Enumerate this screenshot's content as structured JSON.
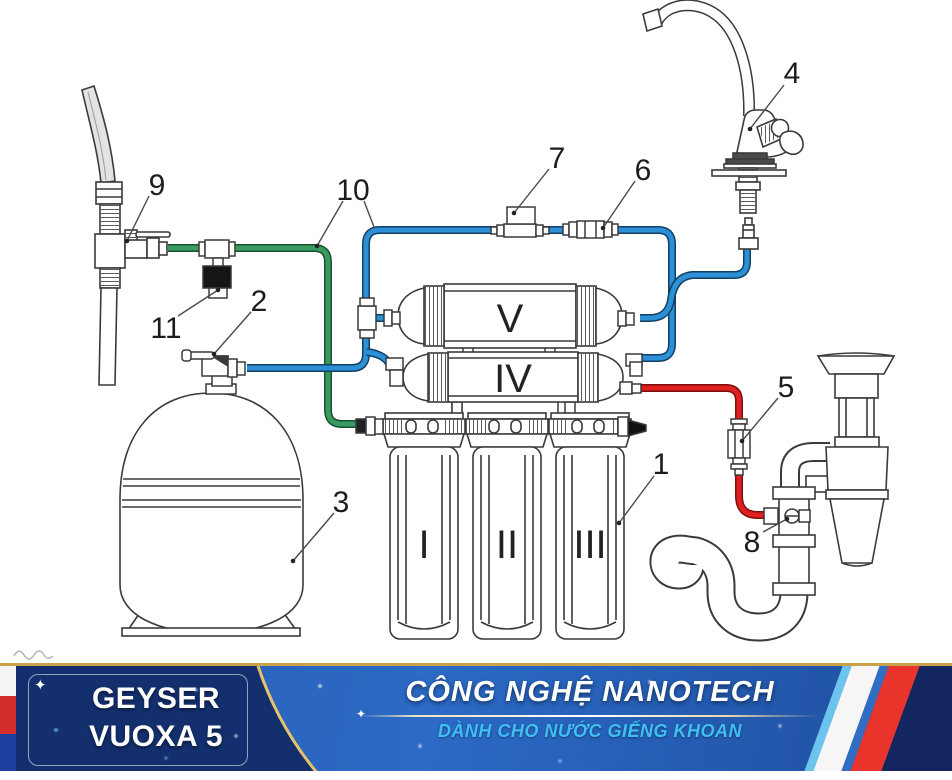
{
  "banner": {
    "brand_line1": "GEYSER",
    "brand_line2": "VUOXA 5",
    "title": "CÔNG NGHỆ NANOTECH",
    "subtitle": "DÀNH CHO NƯỚC GIẾNG KHOAN",
    "sparkle": "✦",
    "colors": {
      "banner_blue": "#2b6ac6",
      "panel_navy": "#132f6e",
      "gold": "#e6c26a",
      "subtitle_blue": "#3fc0f5",
      "stripe_red": "#e8342a",
      "stripe_white": "#f6f6f6",
      "stripe_blue": "#2f6ec2",
      "stripe_navy": "#13265f"
    }
  },
  "diagram": {
    "part_labels": {
      "p1": "1",
      "p2": "2",
      "p3": "3",
      "p4": "4",
      "p5": "5",
      "p6": "6",
      "p7": "7",
      "p8": "8",
      "p9": "9",
      "p10": "10",
      "p11": "11"
    },
    "stage_labels": {
      "s1": "I",
      "s2": "II",
      "s3": "III",
      "s4": "IV",
      "s5": "V"
    },
    "tube_colors": {
      "feed_green": "#3a9b62",
      "clean_blue": "#2d8fd5",
      "drain_red": "#e02020"
    }
  }
}
